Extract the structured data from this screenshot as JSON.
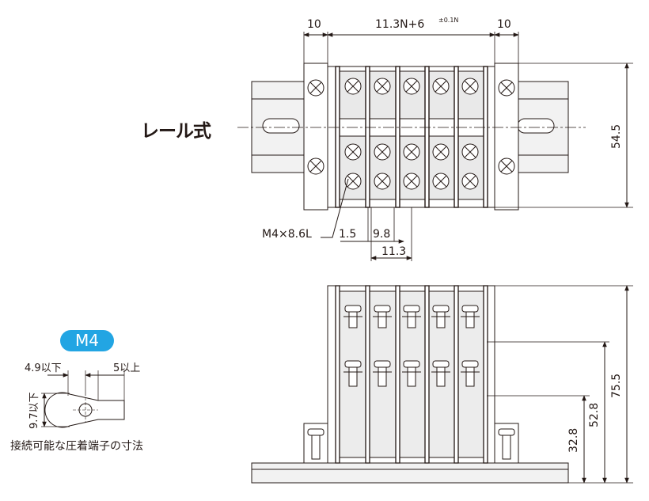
{
  "top_view": {
    "title": "レール式",
    "dim_end_left": "10",
    "dim_end_right": "10",
    "dim_length_main": "11.3N+6",
    "dim_length_tolerance": "±0.1N",
    "dim_height": "54.5",
    "screw_label": "M4×8.6L",
    "dim_barrier": "1.5",
    "dim_gap": "9.8",
    "dim_pitch": "11.3"
  },
  "side_view": {
    "dim_total_height": "75.5",
    "dim_mid_height": "52.8",
    "dim_low_height": "32.8"
  },
  "terminal_spec": {
    "badge": "M4",
    "dim_width": "4.9以下",
    "dim_tongue": "5以上",
    "dim_height": "9.7以下",
    "caption": "接続可能な圧着端子の寸法"
  },
  "colors": {
    "line": "#231815",
    "badge": "#22a5e3",
    "body_fill": "#f2f2f2"
  }
}
